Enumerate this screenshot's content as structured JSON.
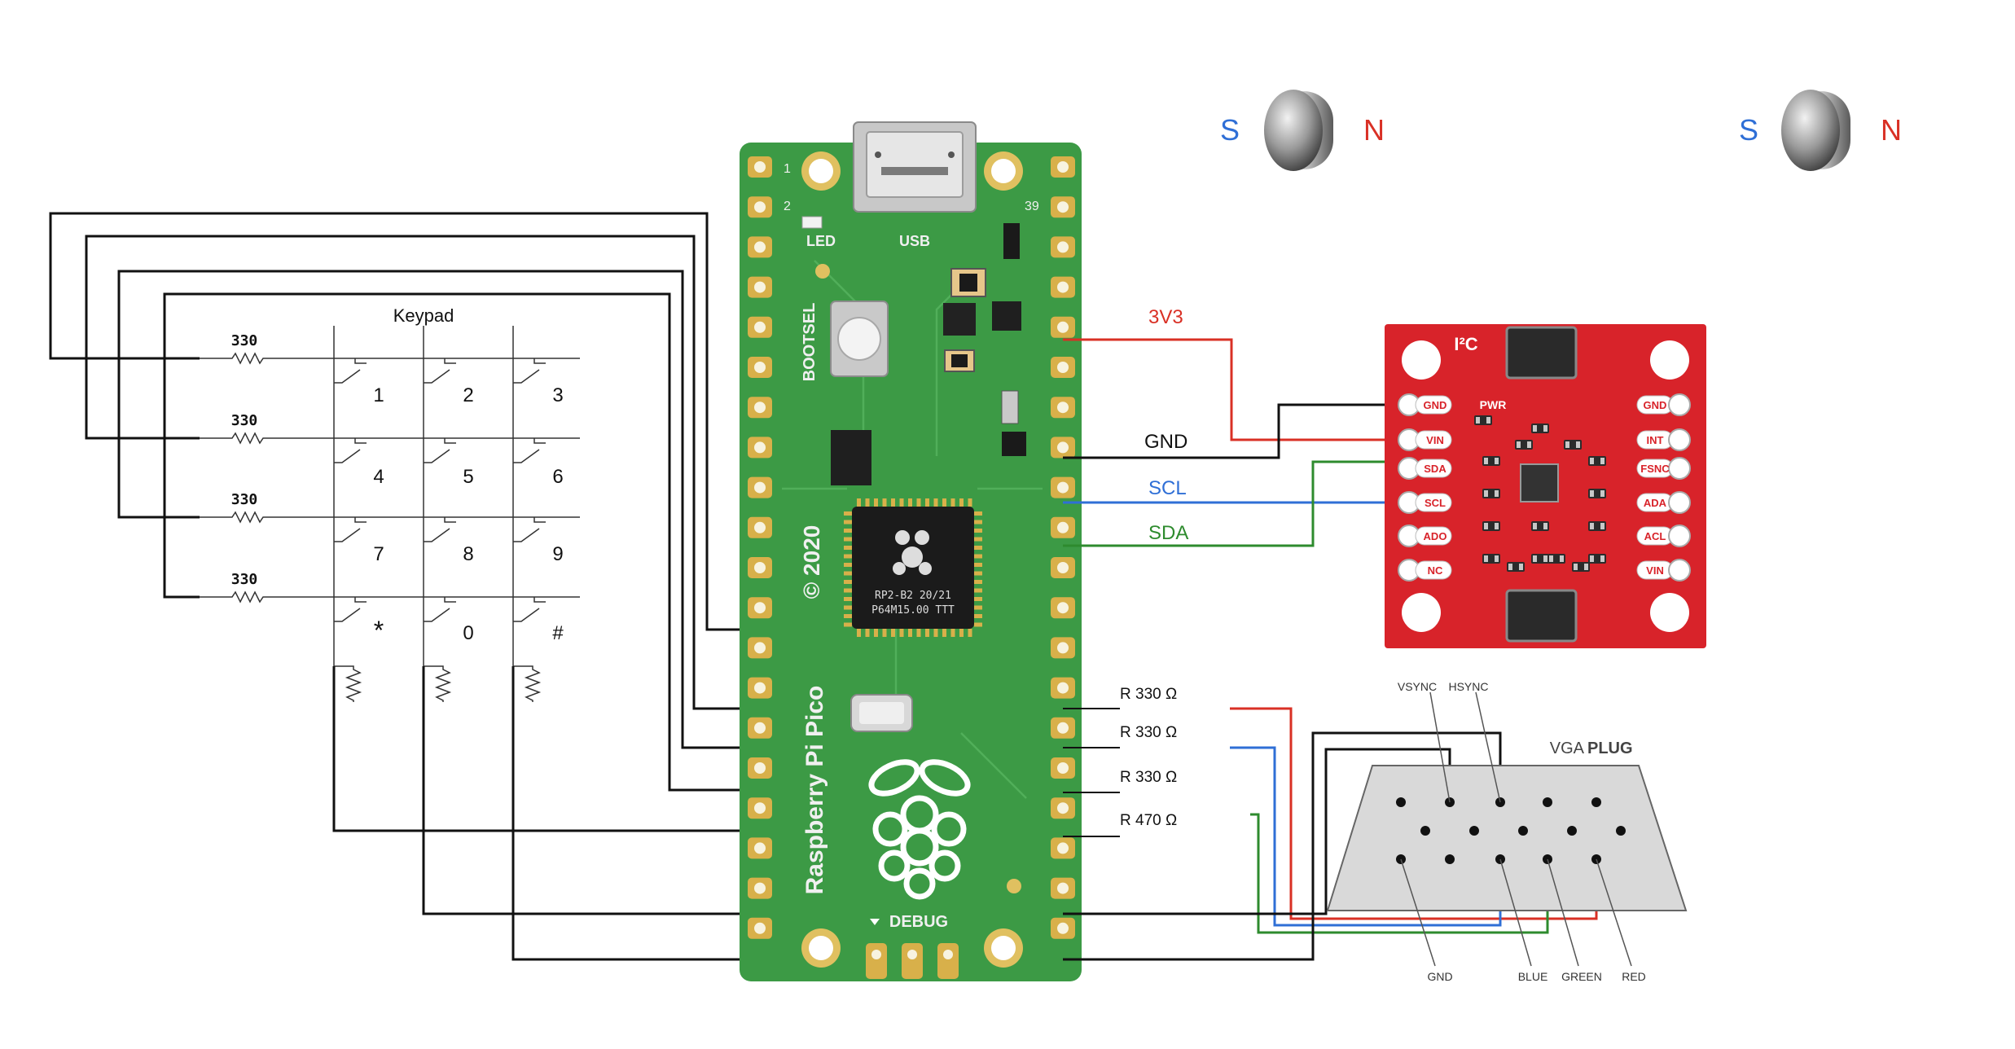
{
  "keypad": {
    "title": "Keypad",
    "resistor_label": "330",
    "keys": [
      "1",
      "2",
      "3",
      "4",
      "5",
      "6",
      "7",
      "8",
      "9",
      "*",
      "0",
      "#"
    ]
  },
  "pico": {
    "board_label": "Raspberry Pi Pico",
    "bootsel_label": "BOOTSEL",
    "led_label": "LED",
    "usb_label": "USB",
    "debug_label": "DEBUG",
    "year_label": "© 2020",
    "chip_line1": "RP2-B2  20/21",
    "chip_line2": "P64M15.00 TTT",
    "pin1": "1",
    "pin2": "2",
    "pin39": "39"
  },
  "i2c_wires": {
    "v3": "3V3",
    "gnd": "GND",
    "scl": "SCL",
    "sda": "SDA"
  },
  "sensor": {
    "title": "I²C",
    "pwr": "PWR",
    "left_pins": [
      "GND",
      "VIN",
      "SDA",
      "SCL",
      "ADO",
      "NC"
    ],
    "right_pins": [
      "GND",
      "INT",
      "FSNC",
      "ADA",
      "ACL",
      "VIN"
    ]
  },
  "vga_resistors": [
    "R 330 Ω",
    "R 330 Ω",
    "R 330 Ω",
    "R 470 Ω"
  ],
  "vga": {
    "title_light": "VGA",
    "title_bold": "PLUG",
    "vsync": "VSYNC",
    "hsync": "HSYNC",
    "gnd": "GND",
    "blue": "BLUE",
    "green": "GREEN",
    "red": "RED"
  },
  "magnets": [
    {
      "south": "S",
      "north": "N"
    },
    {
      "south": "S",
      "north": "N"
    }
  ],
  "colors": {
    "wire_red": "#d93025",
    "wire_blue": "#2f6fd6",
    "wire_green": "#2e8b2e",
    "wire_black": "#111111",
    "pcb_green": "#3c9a45",
    "pad_gold": "#d8b04a",
    "sensor_red": "#d8232a",
    "vga_grey": "#d9d9d9",
    "magnet_s": "#2f6fd6",
    "magnet_n": "#d93025"
  }
}
